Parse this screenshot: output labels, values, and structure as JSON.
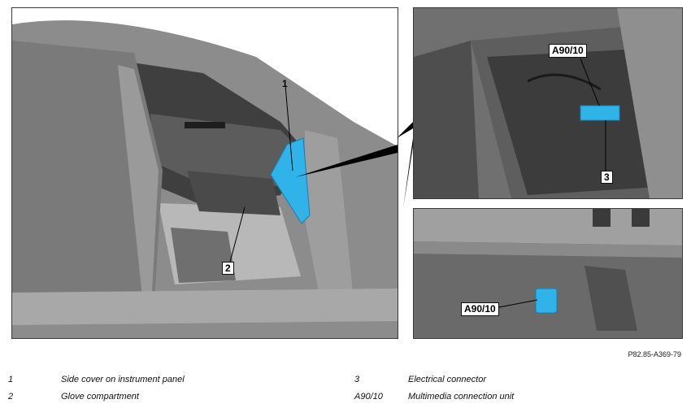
{
  "figure": {
    "code": "P82.85-A369-79",
    "main_labels": {
      "label_1": "1",
      "label_2": "2"
    },
    "detail_top_labels": {
      "component": "A90/10",
      "connector": "3"
    },
    "detail_bottom_labels": {
      "component": "A90/10"
    },
    "highlight_color": "#2fb3e8"
  },
  "legend": [
    {
      "key": "1",
      "text": "Side cover on instrument panel"
    },
    {
      "key": "2",
      "text": "Glove compartment"
    },
    {
      "key": "3",
      "text": "Electrical connector"
    },
    {
      "key": "A90/10",
      "text": "Multimedia connection unit"
    }
  ]
}
